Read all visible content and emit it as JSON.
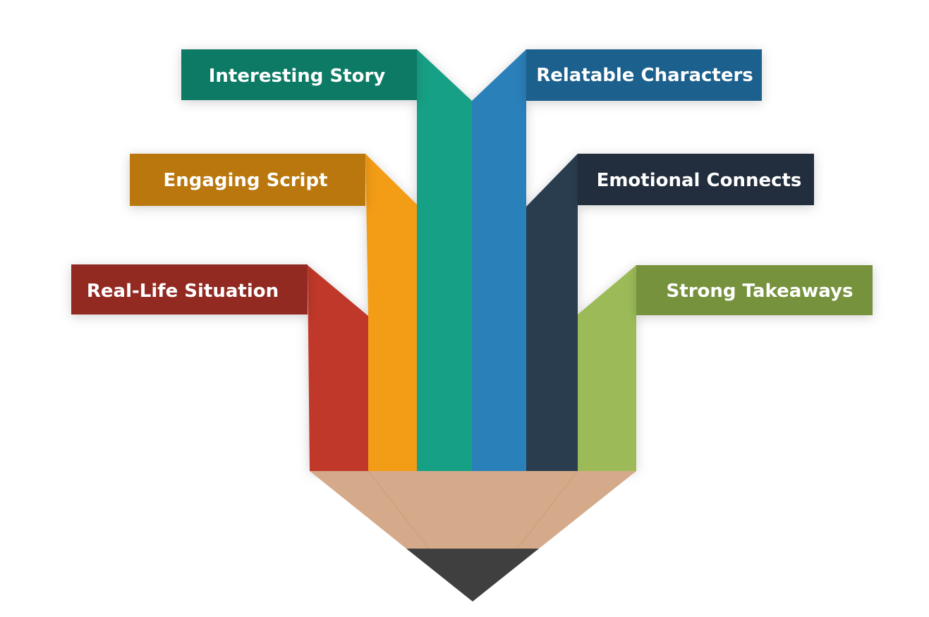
{
  "diagram": {
    "labels": {
      "interesting_story": "Interesting Story",
      "relatable_characters": "Relatable Characters",
      "engaging_script": "Engaging Script",
      "emotional_connects": "Emotional Connects",
      "real_life_situation": "Real-Life Situation",
      "strong_takeaways": "Strong Takeaways"
    },
    "colors": {
      "red": "#C0392B",
      "red_dark": "#922B21",
      "orange": "#F39C12",
      "orange_dark": "#B9770E",
      "teal": "#16A085",
      "teal_dark": "#117A65",
      "blue": "#2980B9",
      "blue_dark": "#1F618D",
      "navy": "#2C3E50",
      "navy_dark": "#212F3D",
      "green": "#9CBB58",
      "green_dark": "#76923C",
      "wood": "#D4AA8A",
      "lead": "#3F3F3F"
    }
  }
}
